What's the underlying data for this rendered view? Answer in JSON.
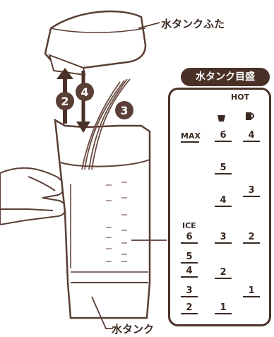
{
  "labels": {
    "lid": "水タンクふた",
    "tank": "水タンク",
    "scale_title": "水タンク目盛"
  },
  "steps": [
    "2",
    "4",
    "3"
  ],
  "scale": {
    "hot": "HOT",
    "max": "MAX",
    "ice": "ICE",
    "cup_icon": "cup-icon",
    "mug_icon": "mug-icon",
    "ice_marks": [
      "6",
      "5",
      "4",
      "3",
      "2"
    ],
    "cup_marks": [
      "6",
      "5",
      "4",
      "3",
      "2",
      "1"
    ],
    "mug_marks": [
      "4",
      "3",
      "2",
      "1"
    ]
  },
  "colors": {
    "ink": "#4a3128",
    "step_badge": "#5b3e36",
    "outline": "#6a4c42"
  }
}
